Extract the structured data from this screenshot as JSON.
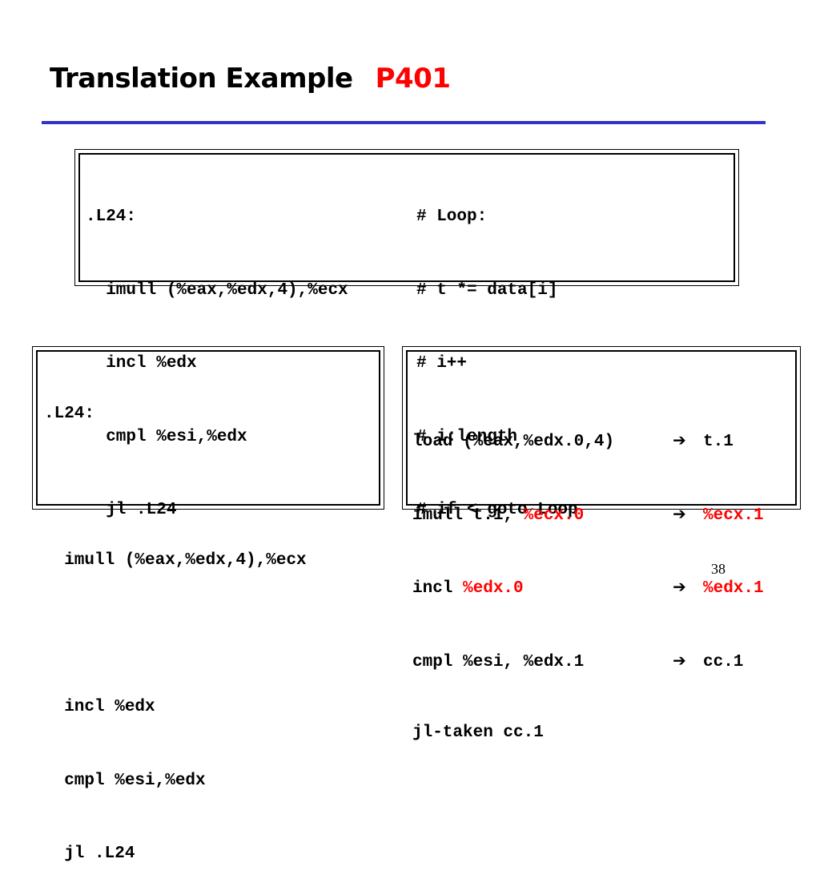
{
  "slide": {
    "title": "Translation Example",
    "title_ref": "P401",
    "page_number": "38",
    "accent_color": "#3333cc",
    "highlight_color": "#ff0000"
  },
  "top_box": {
    "lines": [
      {
        "code": ".L24:",
        "comment": "# Loop:"
      },
      {
        "code": "  imull (%eax,%edx,4),%ecx",
        "comment": "# t *= data[i]"
      },
      {
        "code": "  incl %edx",
        "comment": "# i++"
      },
      {
        "code": "  cmpl %esi,%edx",
        "comment": "# i:length"
      },
      {
        "code": "  jl .L24",
        "comment": "# if < goto Loop"
      }
    ]
  },
  "left_box": {
    "lines": [
      ".L24:",
      "",
      "  imull (%eax,%edx,4),%ecx",
      "",
      "  incl %edx",
      "  cmpl %esi,%edx",
      "  jl .L24"
    ]
  },
  "right_box": {
    "arrow_icon": "right-arrow-icon",
    "rows": [
      {
        "op": "load (%eax,%edx.0,4)",
        "op_red": "",
        "dest": "t.1",
        "dest_red": false
      },
      {
        "op": "imull t.1, ",
        "op_red": "%ecx.0",
        "dest": "%ecx.1",
        "dest_red": true
      },
      {
        "op": "incl ",
        "op_red": "%edx.0",
        "dest": "%edx.1",
        "dest_red": true
      },
      {
        "op": "cmpl %esi, %edx.1",
        "op_red": "",
        "dest": "cc.1",
        "dest_red": false
      },
      {
        "op": "jl-taken cc.1",
        "op_red": "",
        "dest": "",
        "dest_red": false
      }
    ]
  }
}
